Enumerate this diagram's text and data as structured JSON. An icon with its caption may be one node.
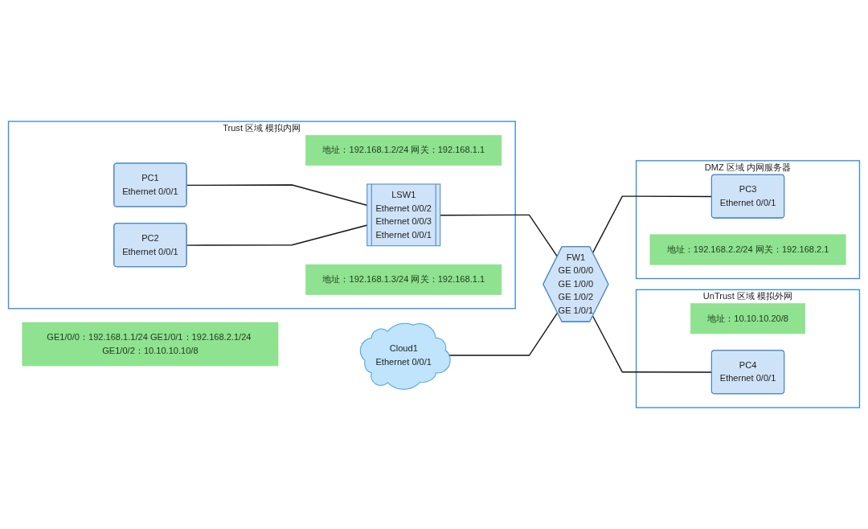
{
  "diagram": {
    "nodes": [
      {
        "text": [
          "Trust 区域 模拟内网"
        ]
      },
      {
        "text": [
          "地址：192.168.1.2/24 网关：192.168.1.1"
        ],
        "in": 0
      },
      {
        "text": [
          "PC1",
          "Ethernet 0/0/1"
        ],
        "in": 0
      },
      {
        "text": [
          "LSW1",
          "Ethernet 0/0/2",
          "Ethernet 0/0/3",
          "Ethernet 0/0/1"
        ],
        "in": 0
      },
      {
        "text": [
          "PC2",
          "Ethernet 0/0/1"
        ],
        "in": 0
      },
      {
        "text": [
          "地址：192.168.1.3/24 网关：192.168.1.1"
        ],
        "in": 0
      },
      {
        "text": [
          "Cloud1",
          "Ethernet 0/0/1"
        ]
      },
      {
        "text": [
          "FW1",
          "GE 0/0/0",
          "GE 1/0/0",
          "GE 1/0/2",
          "GE 1/0/1"
        ]
      },
      {
        "text": [
          "GE1/0/0：192.168.1.1/24 GE1/0/1：192.168.2.1/24 GE1/0/2：10.10.10.10/8"
        ]
      },
      {
        "text": [
          "UnTrust 区域 模拟外网"
        ]
      },
      {
        "text": [
          "地址：10.10.10.20/8"
        ],
        "in": 9
      },
      {
        "text": [
          "PC4",
          "Ethernet 0/0/1"
        ],
        "in": 9
      },
      {
        "text": [
          "DMZ 区域 内网服务器"
        ]
      },
      {
        "text": [
          "PC3",
          "Ethernet 0/0/1"
        ],
        "in": 12
      },
      {
        "text": [
          "地址：192.168.2.2/24 网关：192.168.2.1"
        ],
        "in": 12
      }
    ],
    "edges": [
      {
        "from": 2,
        "to": 3,
        "arrow": "none"
      },
      {
        "from": 4,
        "to": 3,
        "arrow": "none"
      },
      {
        "from": 3,
        "to": 7,
        "arrow": "none"
      },
      {
        "from": 6,
        "to": 7,
        "arrow": "none"
      },
      {
        "from": 7,
        "to": 11,
        "arrow": "none"
      },
      {
        "from": 7,
        "to": 13,
        "arrow": "none"
      }
    ]
  }
}
